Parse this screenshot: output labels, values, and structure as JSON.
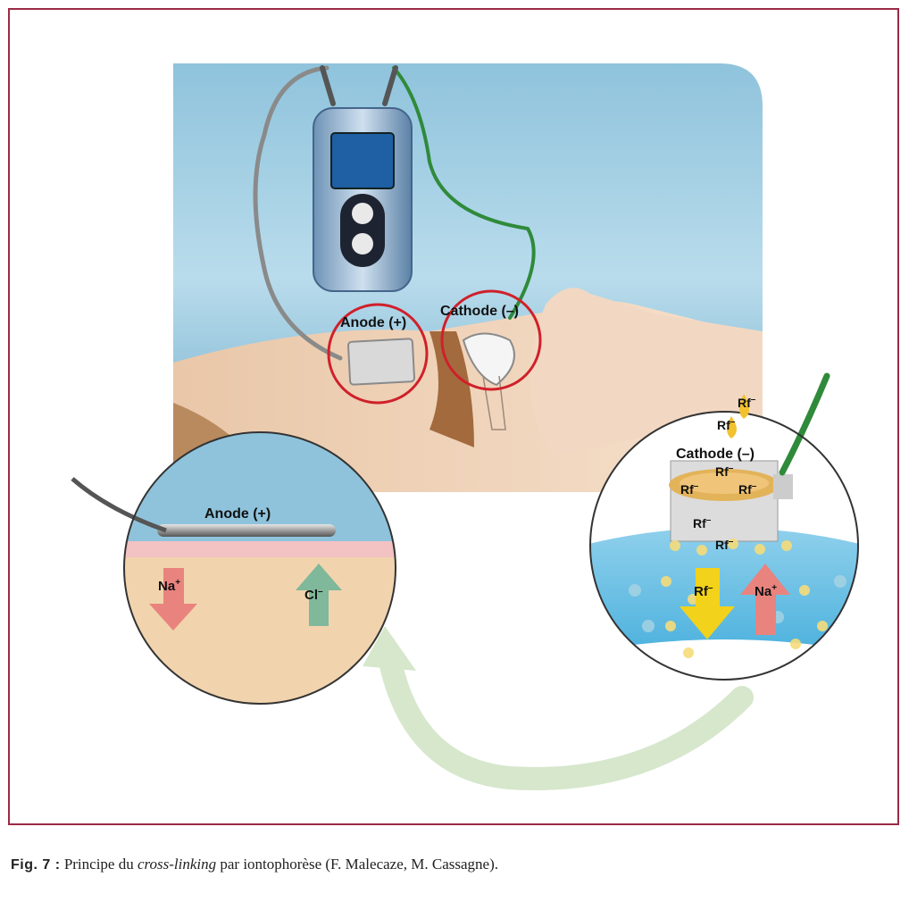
{
  "diagram": {
    "device_labels": {
      "anode": "Anode (+)",
      "cathode": "Cathode (–)"
    },
    "anode_inset": {
      "electrode": "Anode (+)",
      "ions": [
        {
          "base": "Na",
          "charge": "+"
        },
        {
          "base": "Cl",
          "charge": "–"
        }
      ]
    },
    "cathode_inset": {
      "electrode": "Cathode (–)",
      "riboflavin": "Rf",
      "riboflavin_charge": "–",
      "ions": [
        {
          "base": "Rf",
          "charge": "–"
        },
        {
          "base": "Na",
          "charge": "+"
        }
      ]
    },
    "colors": {
      "frame": "#9b2a45",
      "highlight_circle": "#d0202a",
      "cathode_wire": "#2f8a3a",
      "riboflavin": "#f2c12e",
      "sodium_arrow": "#e9837e",
      "chloride_arrow": "#7fb89a",
      "cycle_arrow": "#d6e7cc"
    }
  },
  "caption": {
    "label": "Fig. 7 :",
    "text_before": " Principe du ",
    "text_italic": "cross-linking",
    "text_after": " par iontophorèse (F. Malecaze, M. Cassagne)."
  }
}
